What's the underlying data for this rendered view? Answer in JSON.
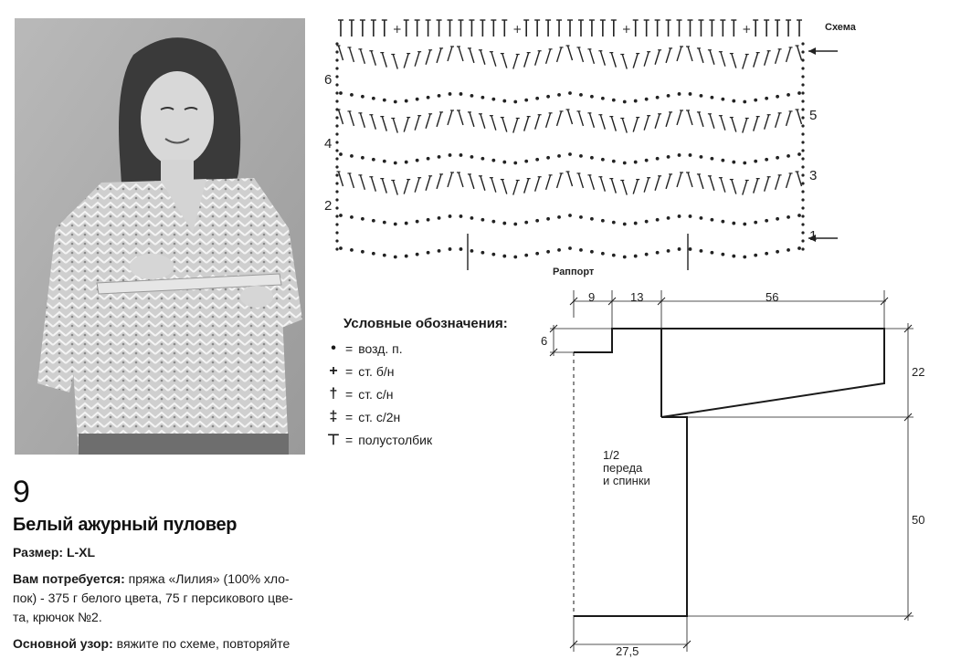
{
  "article": {
    "number": "9",
    "title": "Белый ажурный пуловер",
    "size_label": "Размер:",
    "size_value": "L-XL",
    "materials_label": "Вам потребуется:",
    "materials_lines": [
      "пряжа «Лилия» (100% хло-",
      "пок) - 375 г белого цвета, 75 г персикового цве-",
      "та, крючок №2."
    ],
    "pattern_label": "Основной узор:",
    "pattern_text": "вяжите по схеме, повторяйте"
  },
  "crochet_chart": {
    "title": "Схема",
    "repeat_label": "Раппорт",
    "rows_left": [
      "6",
      "4",
      "2"
    ],
    "rows_right": [
      "5",
      "3",
      "1"
    ]
  },
  "legend": {
    "title": "Условные обозначения:",
    "items": [
      {
        "symbol": "•",
        "text": "возд. п."
      },
      {
        "symbol": "+",
        "text": "ст. б/н"
      },
      {
        "symbol": "†",
        "text": "ст. с/н"
      },
      {
        "symbol": "‡",
        "text": "ст. с/2н"
      },
      {
        "symbol": "⊤",
        "text": "полустолбик"
      }
    ]
  },
  "schema": {
    "label_line1": "1/2",
    "label_line2": "переда",
    "label_line3": "и спинки",
    "dims": {
      "top1": "9",
      "top2": "13",
      "top3": "56",
      "left": "6",
      "right_upper": "22",
      "right_lower": "50",
      "bottom": "27,5"
    }
  }
}
